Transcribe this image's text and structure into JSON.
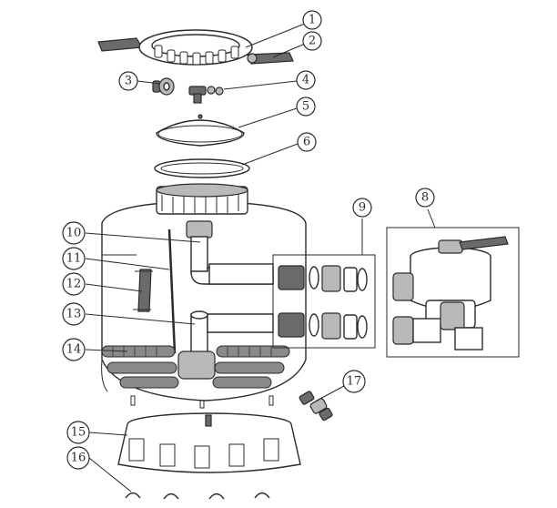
{
  "callouts": [
    {
      "id": "1",
      "label": "1"
    },
    {
      "id": "2",
      "label": "2"
    },
    {
      "id": "3",
      "label": "3"
    },
    {
      "id": "4",
      "label": "4"
    },
    {
      "id": "5",
      "label": "5"
    },
    {
      "id": "6",
      "label": "6"
    },
    {
      "id": "8",
      "label": "8"
    },
    {
      "id": "9",
      "label": "9"
    },
    {
      "id": "10",
      "label": "10"
    },
    {
      "id": "11",
      "label": "11"
    },
    {
      "id": "12",
      "label": "12"
    },
    {
      "id": "13",
      "label": "13"
    },
    {
      "id": "14",
      "label": "14"
    },
    {
      "id": "15",
      "label": "15"
    },
    {
      "id": "16",
      "label": "16"
    },
    {
      "id": "17",
      "label": "17"
    }
  ]
}
